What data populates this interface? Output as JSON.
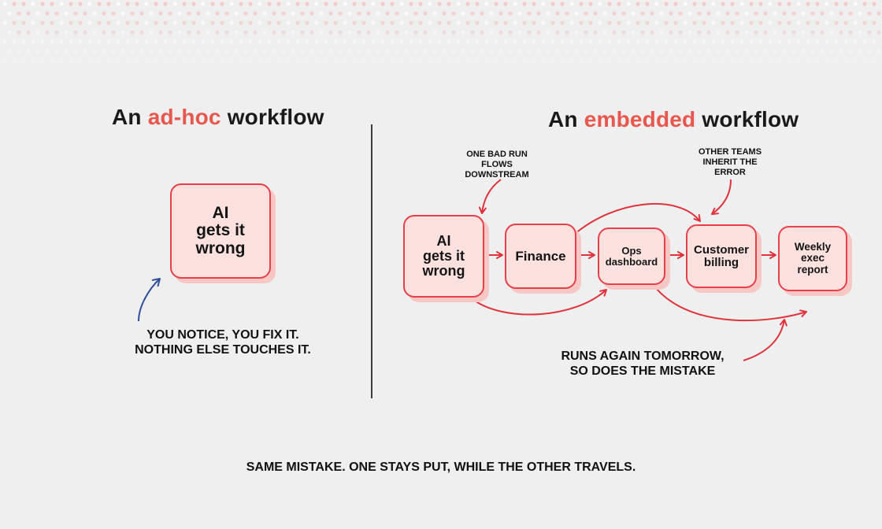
{
  "left": {
    "title_prefix": "An",
    "title_accent": "ad-hoc",
    "title_suffix": "workflow",
    "box_label": "AI\ngets it\nwrong",
    "note": "YOU NOTICE, YOU FIX IT.\nNOTHING ELSE TOUCHES IT."
  },
  "right": {
    "title_prefix": "An",
    "title_accent": "embedded",
    "title_suffix": "workflow",
    "boxes": {
      "ai": "AI\ngets it\nwrong",
      "finance": "Finance",
      "ops": "Ops\ndashboard",
      "billing": "Customer\nbilling",
      "report": "Weekly\nexec\nreport"
    },
    "note_bad_run": "ONE BAD RUN\nFLOWS\nDOWNSTREAM",
    "note_other_teams": "OTHER TEAMS\nINHERIT THE\nERROR",
    "note_runs_again": "RUNS AGAIN TOMORROW,\nSO DOES THE MISTAKE"
  },
  "footer": "SAME MISTAKE. ONE STAYS PUT, WHILE THE OTHER TRAVELS.",
  "colors": {
    "accent": "#e8574e",
    "box_fill": "#fde1df",
    "box_border": "#e8404a",
    "arrow_red": "#e0323c",
    "arrow_blue": "#2f4f9a"
  }
}
